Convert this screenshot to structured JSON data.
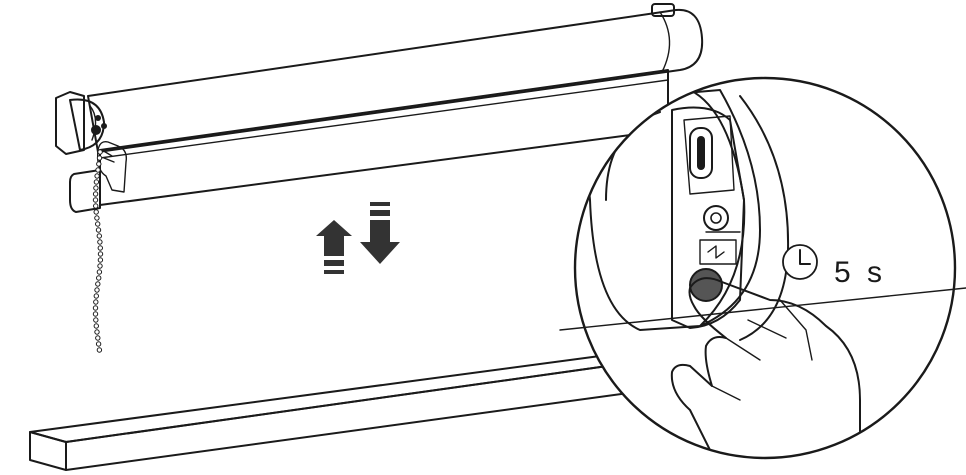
{
  "instruction": {
    "hold_duration": "5 s",
    "arrows": "up-down",
    "press_target": "button-on-roller-end"
  },
  "colors": {
    "line": "#1a1a1a",
    "fabric": "#b9b9b9",
    "bottom_bar": "#dedede",
    "button": "#555555",
    "background": "#ffffff"
  }
}
